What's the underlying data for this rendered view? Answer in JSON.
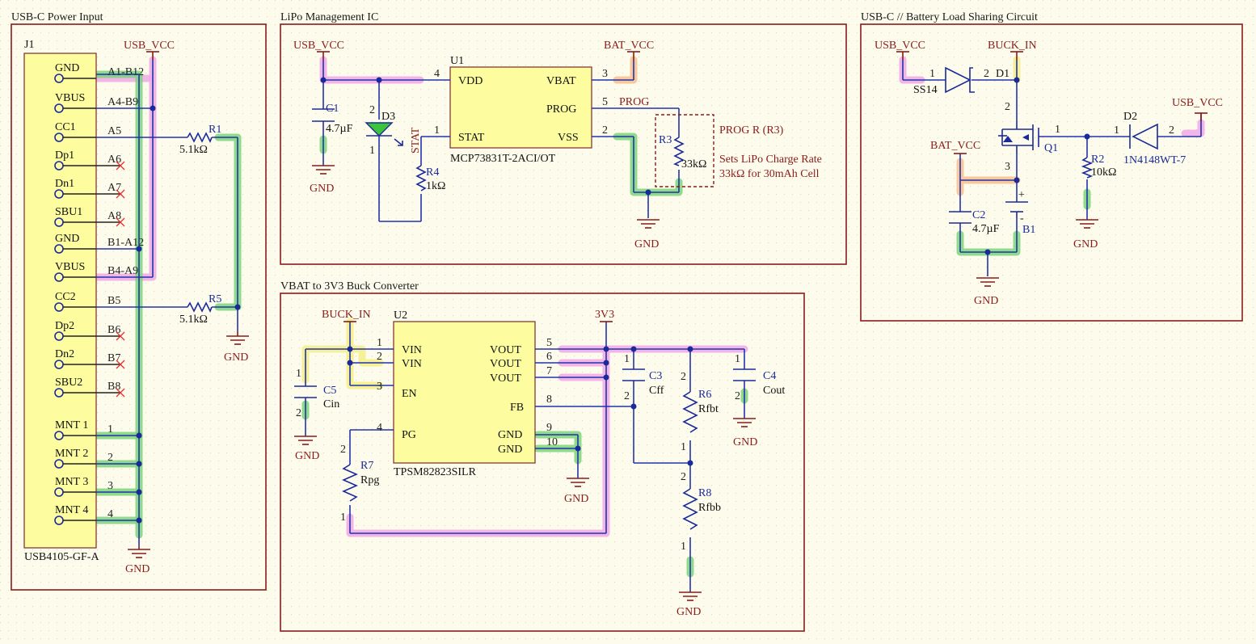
{
  "sheets": [
    {
      "title": "USB-C Power Input"
    },
    {
      "title": "LiPo Management IC"
    },
    {
      "title": "USB-C // Battery Load Sharing Circuit"
    },
    {
      "title": "VBAT to 3V3 Buck Converter"
    }
  ],
  "usb_input": {
    "designator": "J1",
    "part": "USB4105-GF-A",
    "pins": [
      {
        "name": "GND",
        "num": "A1-B12"
      },
      {
        "name": "VBUS",
        "num": "A4-B9"
      },
      {
        "name": "CC1",
        "num": "A5"
      },
      {
        "name": "Dp1",
        "num": "A6"
      },
      {
        "name": "Dn1",
        "num": "A7"
      },
      {
        "name": "SBU1",
        "num": "A8"
      },
      {
        "name": "GND",
        "num": "B1-A12"
      },
      {
        "name": "VBUS",
        "num": "B4-A9"
      },
      {
        "name": "CC2",
        "num": "B5"
      },
      {
        "name": "Dp2",
        "num": "B6"
      },
      {
        "name": "Dn2",
        "num": "B7"
      },
      {
        "name": "SBU2",
        "num": "B8"
      },
      {
        "name": "MNT 1",
        "num": "1"
      },
      {
        "name": "MNT 2",
        "num": "2"
      },
      {
        "name": "MNT 3",
        "num": "3"
      },
      {
        "name": "MNT 4",
        "num": "4"
      }
    ],
    "r1": {
      "des": "R1",
      "val": "5.1kΩ"
    },
    "r5": {
      "des": "R5",
      "val": "5.1kΩ"
    },
    "net_usb": "USB_VCC",
    "gnd1": "GND",
    "gnd2": "GND"
  },
  "lipo": {
    "u1": "U1",
    "u1_part": "MCP73831T-2ACI/OT",
    "pins": {
      "vdd": "VDD",
      "vbat": "VBAT",
      "prog": "PROG",
      "stat": "STAT",
      "vss": "VSS"
    },
    "pnums": {
      "vdd": "4",
      "vbat": "3",
      "prog": "5",
      "stat": "1",
      "vss": "2"
    },
    "net_usb": "USB_VCC",
    "net_bat": "BAT_VCC",
    "net_prog": "PROG",
    "c1": {
      "des": "C1",
      "val": "4.7µF"
    },
    "d3": {
      "des": "D3",
      "label": "STAT"
    },
    "r4": {
      "des": "R4",
      "val": "1kΩ"
    },
    "r3": {
      "des": "R3",
      "val": "33kΩ"
    },
    "prog_title": "PROG R (R3)",
    "note1": "Sets LiPo Charge Rate",
    "note2": "33kΩ for 30mAh Cell",
    "gnd1": "GND",
    "gnd2": "GND"
  },
  "loadshare": {
    "net_usb": "USB_VCC",
    "net_buck": "BUCK_IN",
    "net_usb2": "USB_VCC",
    "net_bat": "BAT_VCC",
    "d1": {
      "des": "D1",
      "val": "SS14"
    },
    "q1": "Q1",
    "d2": {
      "des": "D2",
      "val": "1N4148WT-7"
    },
    "r2": {
      "des": "R2",
      "val": "10kΩ"
    },
    "c2": {
      "des": "C2",
      "val": "4.7µF"
    },
    "b1": "B1",
    "gnd1": "GND",
    "gnd2": "GND"
  },
  "buck": {
    "u2": "U2",
    "u2_part": "TPSM82823SILR",
    "pins_left": [
      "VIN",
      "VIN",
      "EN",
      "PG"
    ],
    "pins_right": [
      "VOUT",
      "VOUT",
      "VOUT",
      "FB",
      "GND",
      "GND"
    ],
    "net_buck": "BUCK_IN",
    "net_3v3": "3V3",
    "c5": {
      "des": "C5",
      "val": "Cin"
    },
    "c3": {
      "des": "C3",
      "val": "Cff"
    },
    "c4": {
      "des": "C4",
      "val": "Cout"
    },
    "r6": {
      "des": "R6",
      "val": "Rfbt"
    },
    "r7": {
      "des": "R7",
      "val": "Rpg"
    },
    "r8": {
      "des": "R8",
      "val": "Rfbb"
    },
    "gnd1": "GND",
    "gnd2": "GND",
    "gnd3": "GND",
    "gnd4": "GND"
  }
}
